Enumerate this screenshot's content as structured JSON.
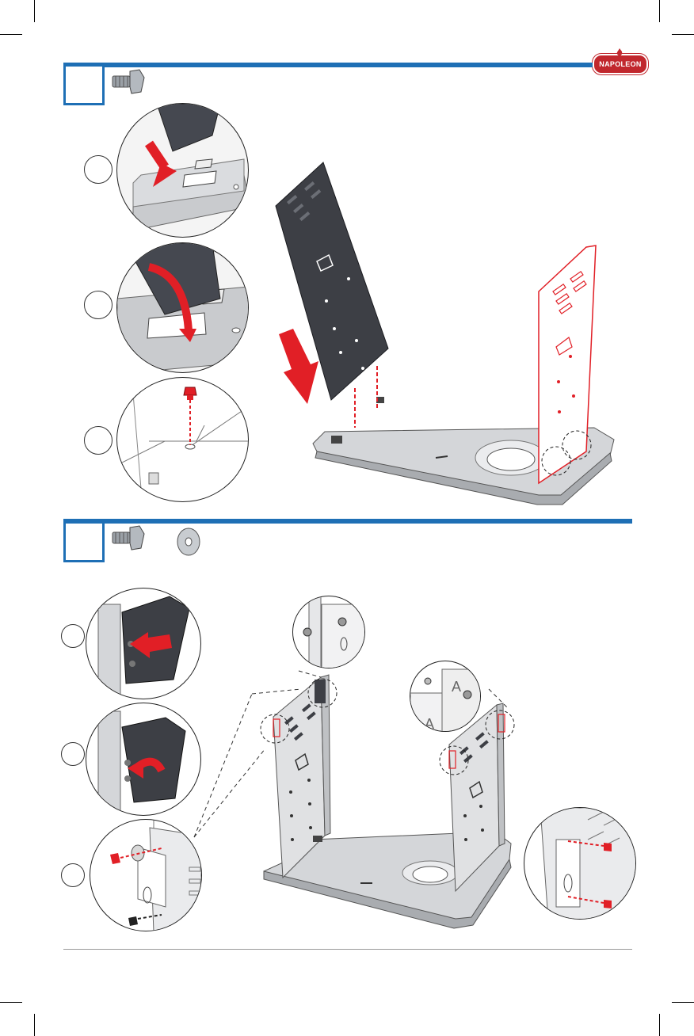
{
  "brand": {
    "logo_text": "NAPOLEON"
  },
  "colors": {
    "step_blue": "#1e6fb5",
    "highlight_red": "#e11f26",
    "panel_dark": "#3d3f45",
    "base_gray": "#d4d6d9",
    "logo_red": "#c1272d"
  },
  "steps": [
    {
      "hardware_icons": [
        "bolt-icon"
      ],
      "callouts": 3
    },
    {
      "hardware_icons": [
        "bolt-icon",
        "washer-icon"
      ],
      "callouts": 3
    }
  ],
  "detail_labels": {
    "a_marker": "A"
  }
}
